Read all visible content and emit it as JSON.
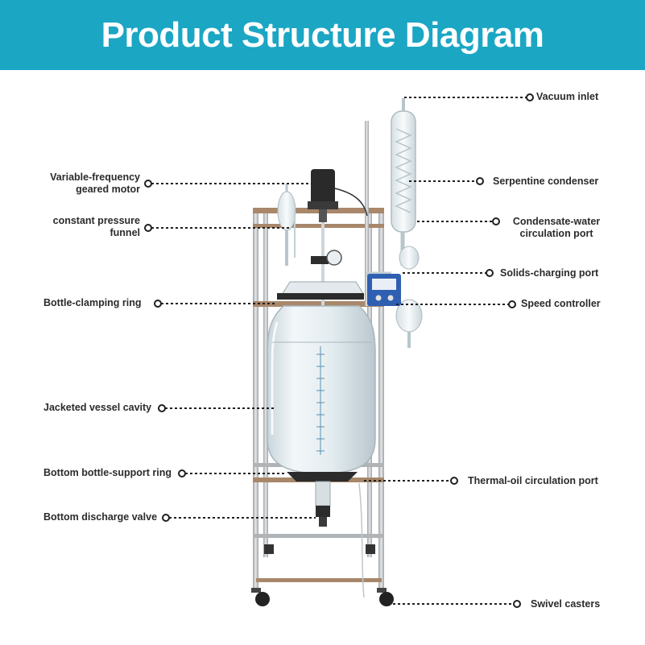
{
  "header": {
    "title": "Product Structure Diagram",
    "background": "#1ba6c4"
  },
  "labels": {
    "vacuum_inlet": "Vacuum inlet",
    "motor_line1": "Variable-frequency",
    "motor_line2": "geared motor",
    "serpentine_condenser": "Serpentine condenser",
    "funnel_line1": "constant pressure",
    "funnel_line2": "funnel",
    "condensate_line1": "Condensate-water",
    "condensate_line2": "circulation port",
    "solids_charging_port": "Solids-charging port",
    "bottle_clamping_ring": "Bottle-clamping ring",
    "speed_controller": "Speed controller",
    "jacketed_vessel_cavity": "Jacketed vessel cavity",
    "bottom_support_ring": "Bottom bottle-support ring",
    "thermal_oil_port": "Thermal-oil circulation port",
    "bottom_discharge_valve": "Bottom discharge valve",
    "swivel_casters": "Swivel casters"
  },
  "colors": {
    "leader": "#1f1f1f",
    "frame": "#b9bcbf",
    "glass": "#dfe9ee",
    "controller": "#2f5fb0",
    "motor": "#2a2a2a"
  }
}
